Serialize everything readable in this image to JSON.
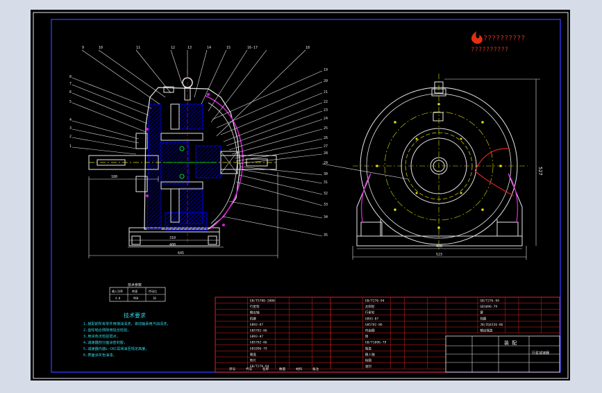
{
  "title_block": {
    "title": "装 配",
    "drawing_no": "行星减速器"
  },
  "notes": {
    "heading": "技术要求",
    "lines": [
      "1.装配前所有零件用煤油清洗，滚动轴承用汽油清洗，",
      "2.齿轮啮合侧隙用铅丝检验，",
      "3.用涂色法检验斑点，",
      "4.减速器剖分面涂密封胶，",
      "5.减速器内装L-CKC润滑油至规定高度，",
      "6.表面涂灰色油漆。"
    ]
  },
  "logo_text": {
    "line1": "??????????",
    "line2": "??????????"
  },
  "spec_table": {
    "heading": "技术参数",
    "headers": [
      "输入功率",
      "转速",
      "传动比"
    ],
    "values": [
      "4.0",
      "960",
      "10"
    ]
  },
  "dimensions": {
    "shaft_len": "180",
    "base_w1": "310",
    "base_w2": "400",
    "base_w3": "645",
    "side_w1": "488",
    "side_w2": "523",
    "height": "527"
  },
  "leaders_left": [
    "9",
    "10",
    "11",
    "12",
    "13",
    "14",
    "15",
    "16-17",
    "18",
    "8",
    "7",
    "6",
    "5",
    "4",
    "3",
    "2",
    "1"
  ],
  "leaders_right": [
    "19",
    "20",
    "21",
    "22",
    "23",
    "24",
    "25",
    "26",
    "27",
    "28",
    "29",
    "30",
    "31",
    "32",
    "33",
    "34",
    "35"
  ],
  "bom": {
    "col1": [
      "GB/T5780-2000",
      "行星架",
      "输出轴",
      "机座",
      "GB93-87",
      "GB5782-86",
      "GB93-87",
      "GB5782-86",
      "GB1096-79",
      "箱盖",
      "垫片",
      "GB/T276-94"
    ],
    "col2": [
      "GB/T276-94",
      "太阳轮",
      "行星轮",
      "GB93-87",
      "GB5782-86",
      "内齿圈",
      "销",
      "GB/T1096-79",
      "端盖",
      "输入轴",
      "毡圈",
      "油封"
    ],
    "col3": [
      "GB/T276-94",
      "GB1096-79",
      "键",
      "挡圈",
      "JB/ZQ4336-86",
      "输出端盖",
      "垫片"
    ]
  },
  "bom_footer": [
    "序号",
    "代号",
    "名称",
    "数量",
    "材料",
    "备注"
  ]
}
